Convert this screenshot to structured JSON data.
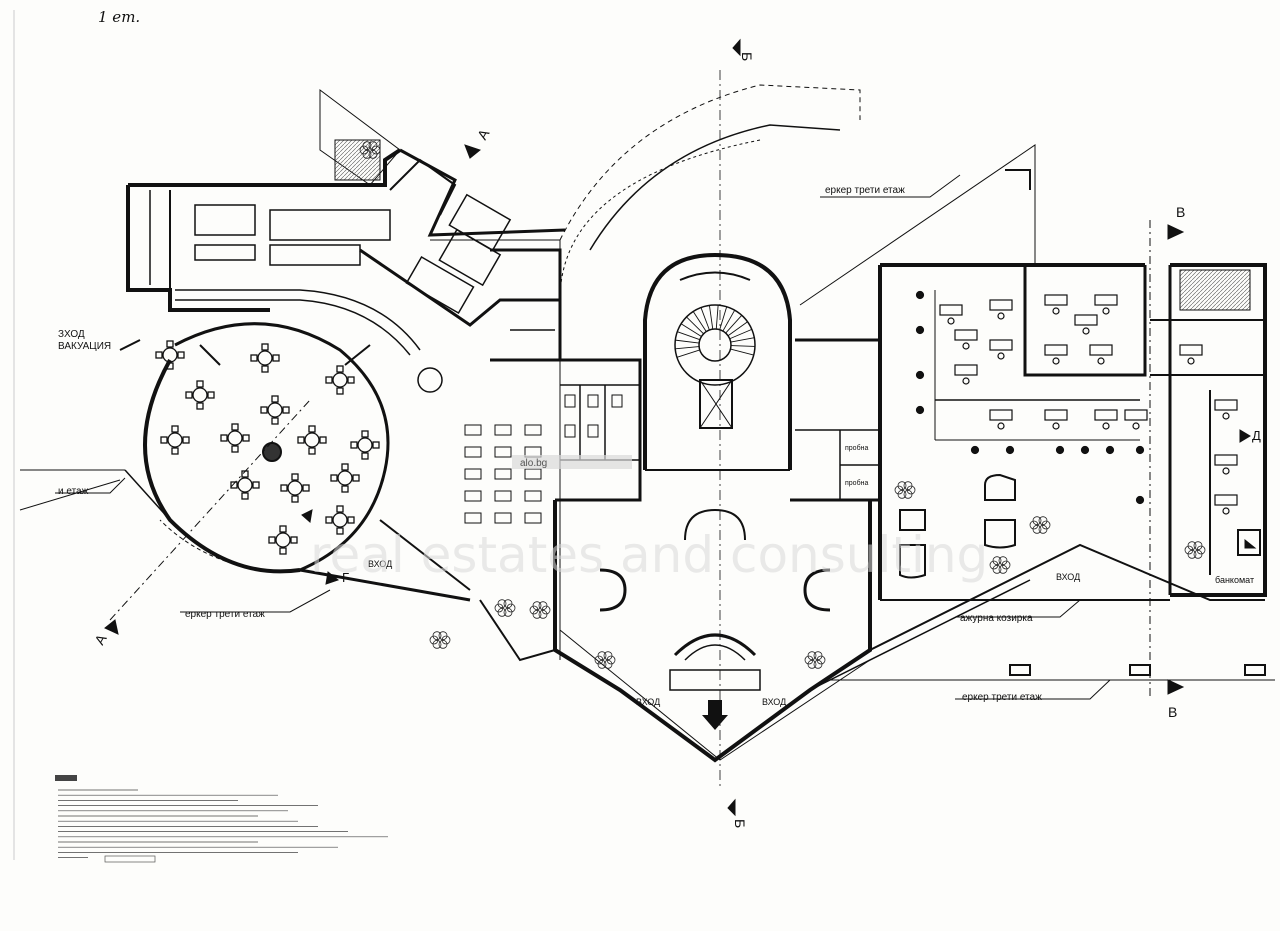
{
  "sheet": {
    "floor_mark": "1 ет.",
    "labels": {
      "evac_exit_1": "ЗХОД",
      "evac_exit_2": "ВАКУАЦИЯ",
      "floor_left": "и етаж",
      "bay_top": "еркер трети етаж",
      "bay_left": "еркер трети етаж",
      "bay_bottom": "еркер трети етаж",
      "canopy": "ажурна козирка",
      "entrance_left": "ВХОД",
      "entrance_right": "ВХОД",
      "entrance_bottom_left": "ВХОД",
      "entrance_bottom_right": "ВХОД",
      "fitting_1": "пробна",
      "fitting_2": "пробна",
      "atm": "банкомат"
    },
    "section_marks": {
      "a_top": "А",
      "a_bottom": "А",
      "b_top": "Б",
      "b_bottom": "Б",
      "v_top": "В",
      "v_bottom": "В",
      "g_left": "Г",
      "d_right": "Д"
    },
    "watermark": {
      "line1": "real estates and consulting",
      "tag": "alo.bg"
    }
  }
}
